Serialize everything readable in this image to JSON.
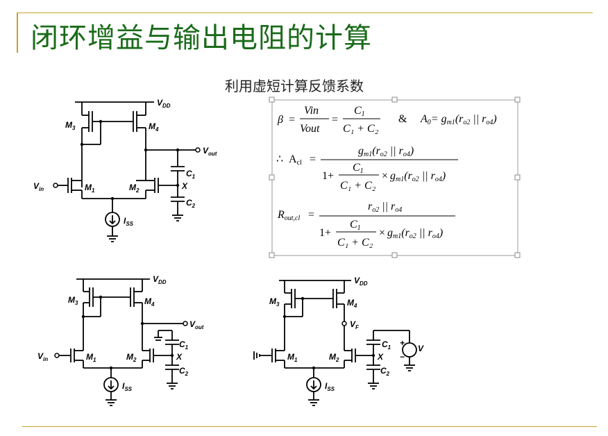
{
  "title": "闭环增益与输出电阻的计算",
  "subtitle": "利用虚短计算反馈系数",
  "circuit_labels": {
    "vdd": "V",
    "vdd_sub": "DD",
    "vout": "V",
    "vout_sub": "out",
    "vin": "V",
    "vin_sub": "in",
    "m1": "M",
    "m1_sub": "1",
    "m2": "M",
    "m2_sub": "2",
    "m3": "M",
    "m3_sub": "3",
    "m4": "M",
    "m4_sub": "4",
    "c1": "C",
    "c1_sub": "1",
    "c2": "C",
    "c2_sub": "2",
    "x": "X",
    "iss": "I",
    "iss_sub": "SS",
    "vf": "V",
    "vf_sub": "F",
    "v": "V",
    "plus": "+",
    "minus": "−"
  },
  "equations": {
    "beta": "β",
    "eq": "=",
    "vin": "Vin",
    "vout": "Vout",
    "c1": "C",
    "c1_sub": "1",
    "c1c2": "C₁ + C₂",
    "amp": "&",
    "a0": "A",
    "a0_sub": "0",
    "gm_ro": "= g",
    "gm_sub": "m1",
    "ro_par": "(r",
    "ro2_sub": "o2",
    "par": " || r",
    "ro4_sub": "o4",
    "close": ")",
    "therefore": "∴",
    "acl": "A",
    "acl_sub": "cl",
    "one_plus": "1+",
    "times": "×",
    "rout": "R",
    "rout_sub": "out,cl",
    "ro2_ro4": "r",
    "ro2_ro4_mid": " || r"
  }
}
